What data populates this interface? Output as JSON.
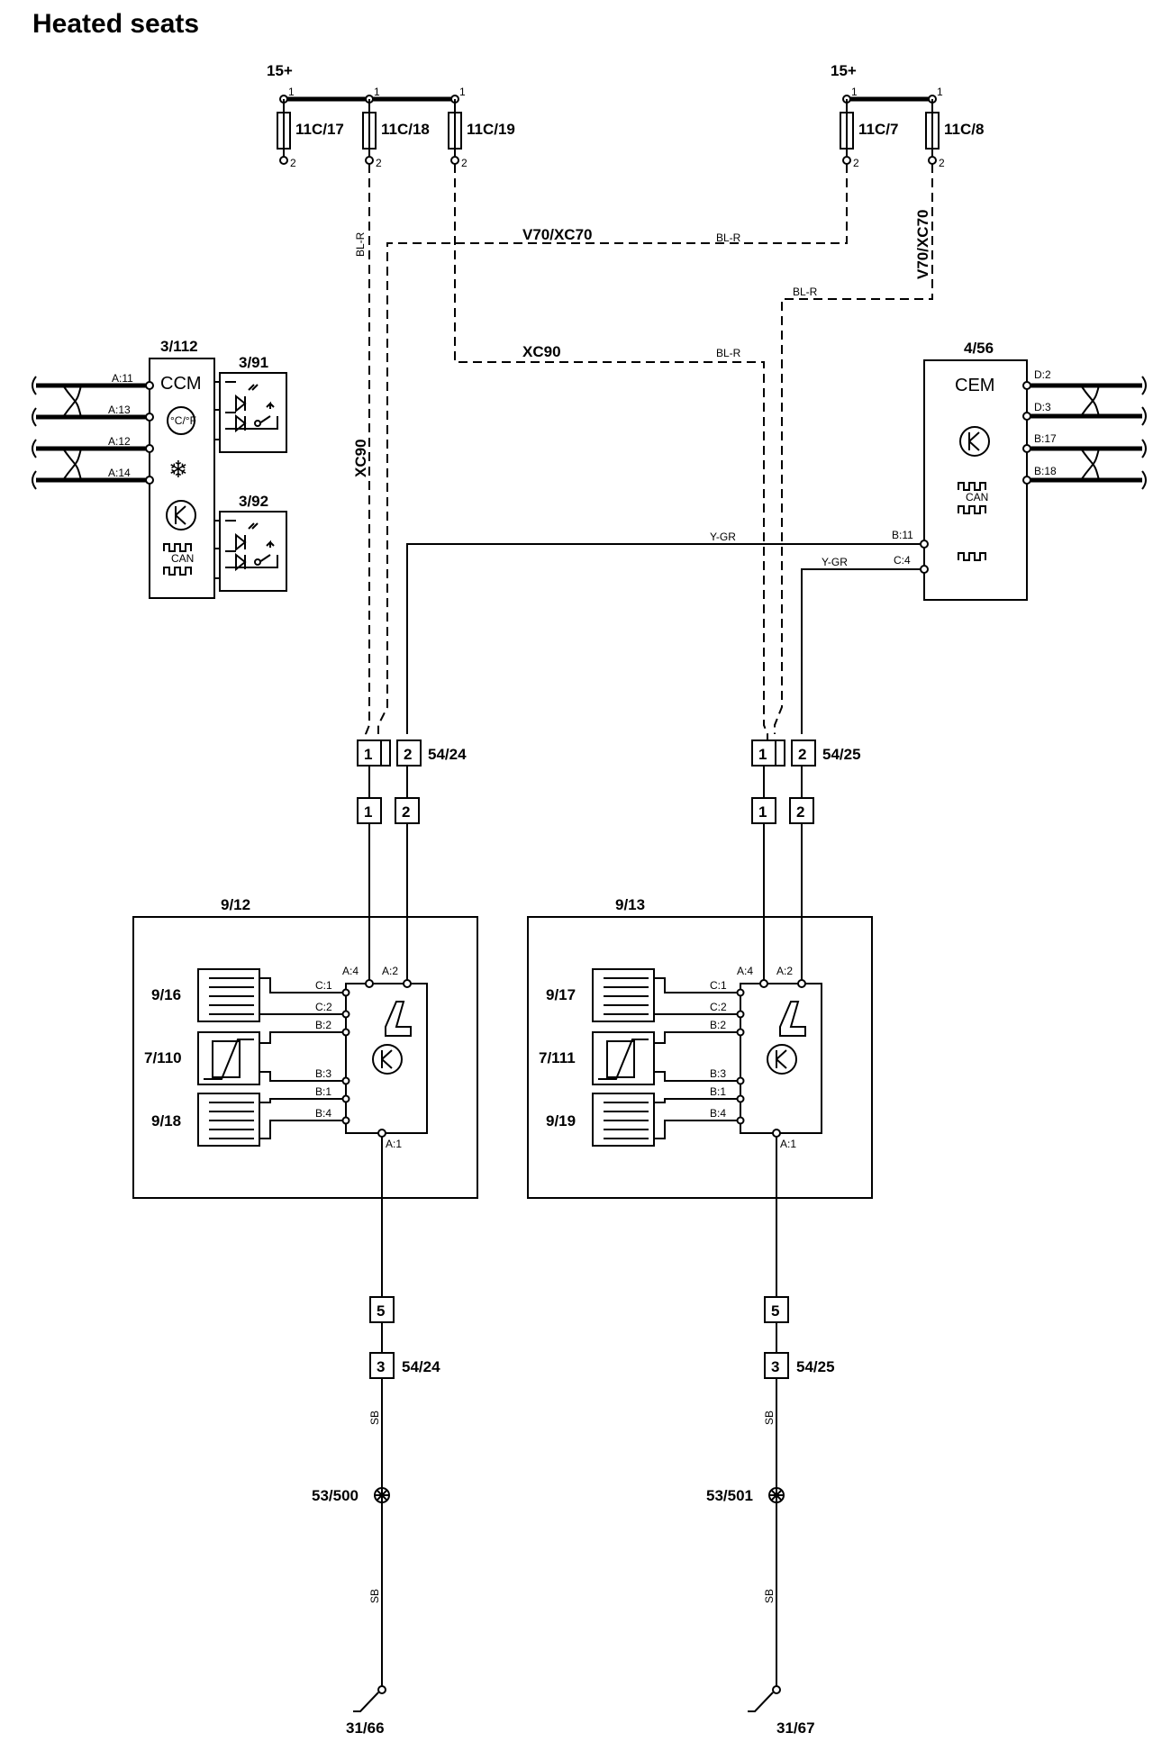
{
  "title": "Heated seats",
  "supply": {
    "left": "15+",
    "right": "15+"
  },
  "fuses": [
    {
      "id": "11C/17",
      "in": "1",
      "out": "2"
    },
    {
      "id": "11C/18",
      "in": "1",
      "out": "2"
    },
    {
      "id": "11C/19",
      "in": "1",
      "out": "2"
    },
    {
      "id": "11C/7",
      "in": "1",
      "out": "2"
    },
    {
      "id": "11C/8",
      "in": "1",
      "out": "2"
    }
  ],
  "variants": {
    "v70": "V70/XC70",
    "xc90": "XC90",
    "xc90_vertical": "XC90",
    "v70_vertical": "V70/XC70"
  },
  "wire_colors": {
    "blr": "BL-R",
    "ygr": "Y-GR",
    "sb": "SB"
  },
  "ccm": {
    "ref": "3/112",
    "name": "CCM",
    "temp_symbol": "°C/°F",
    "can": "CAN",
    "pins": [
      "A:11",
      "A:13",
      "A:12",
      "A:14"
    ]
  },
  "switches": {
    "upper": "3/91",
    "lower": "3/92"
  },
  "cem": {
    "ref": "4/56",
    "name": "CEM",
    "can": "CAN",
    "pins": [
      "D:2",
      "D:3",
      "B:17",
      "B:18"
    ],
    "outputs": [
      "B:11",
      "C:4"
    ]
  },
  "connectors": {
    "left": {
      "ref": "54/24",
      "pins": [
        "1",
        "2",
        "1",
        "2",
        "5",
        "3"
      ]
    },
    "right": {
      "ref": "54/25",
      "pins": [
        "1",
        "2",
        "1",
        "2",
        "5",
        "3"
      ]
    }
  },
  "seat_left": {
    "ref": "9/12",
    "pins_top": [
      "A:4",
      "A:2"
    ],
    "pins_side": [
      "C:1",
      "C:2",
      "B:2",
      "B:3",
      "B:1",
      "B:4"
    ],
    "pin_bottom": "A:1",
    "elements": [
      "9/16",
      "7/110",
      "9/18"
    ]
  },
  "seat_right": {
    "ref": "9/13",
    "pins_top": [
      "A:4",
      "A:2"
    ],
    "pins_side": [
      "C:1",
      "C:2",
      "B:2",
      "B:3",
      "B:1",
      "B:4"
    ],
    "pin_bottom": "A:1",
    "elements": [
      "9/17",
      "7/111",
      "9/19"
    ]
  },
  "ground_points": {
    "left": "53/500",
    "right": "53/501"
  },
  "grounds": {
    "left": "31/66",
    "right": "31/67"
  }
}
